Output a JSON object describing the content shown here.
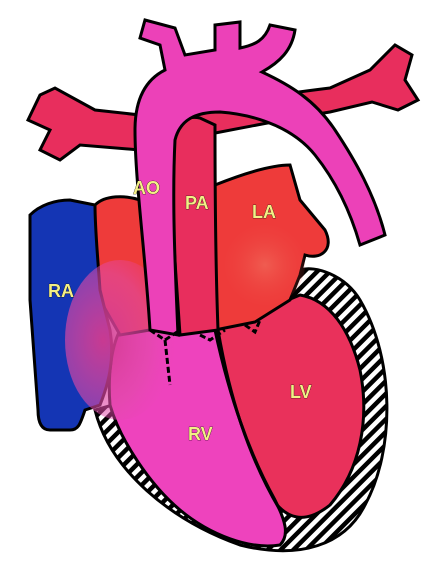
{
  "diagram": {
    "labels": {
      "ao": "AO",
      "pa": "PA",
      "la": "LA",
      "ra": "RA",
      "rv": "RV",
      "lv": "LV"
    },
    "colors": {
      "aorta": "#ec41b8",
      "pulmonary": "#e82e5d",
      "left_atrium": "#ee3b3a",
      "right_atrium": "#1435b4",
      "right_ventricle": "#ee43bd",
      "left_ventricle": "#e9315b",
      "outline": "#000000",
      "label_text": "#f4ef86"
    }
  }
}
